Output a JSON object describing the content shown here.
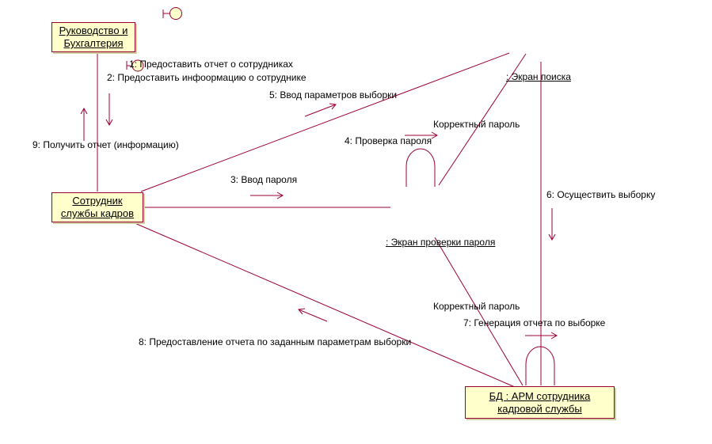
{
  "colors": {
    "line": "#990033",
    "object_fill": "#ffffcc",
    "text": "#000000"
  },
  "objects": {
    "management": "Руководство и\nБухгалтерия",
    "hr_employee": "Сотрудник\nслужбы кадров",
    "db": "БД : АРМ сотрудника\nкадровой службы"
  },
  "instances": {
    "search_screen": ": Экран поиска",
    "password_screen": ": Экран проверки пароля"
  },
  "messages": {
    "m1": "1: Предоставить отчет о сотрудниках",
    "m2": "2: Предоставить инфоормацию о сотруднике",
    "m3": "3: Ввод пароля",
    "m4": "4: Проверка пароля",
    "m5": "5: Ввод параметров выборки",
    "m6": "6: Осуществить выборку",
    "m7": "7: Генерация отчета по выборке",
    "m8": "8: Предоставление отчета по заданным параметрам выборки",
    "m9": "9: Получить отчет (информацию)"
  },
  "guards": {
    "g1": "Корректный пароль",
    "g2": "Корректный пароль"
  },
  "icons": [
    "boundary-icon",
    "boundary-icon"
  ]
}
